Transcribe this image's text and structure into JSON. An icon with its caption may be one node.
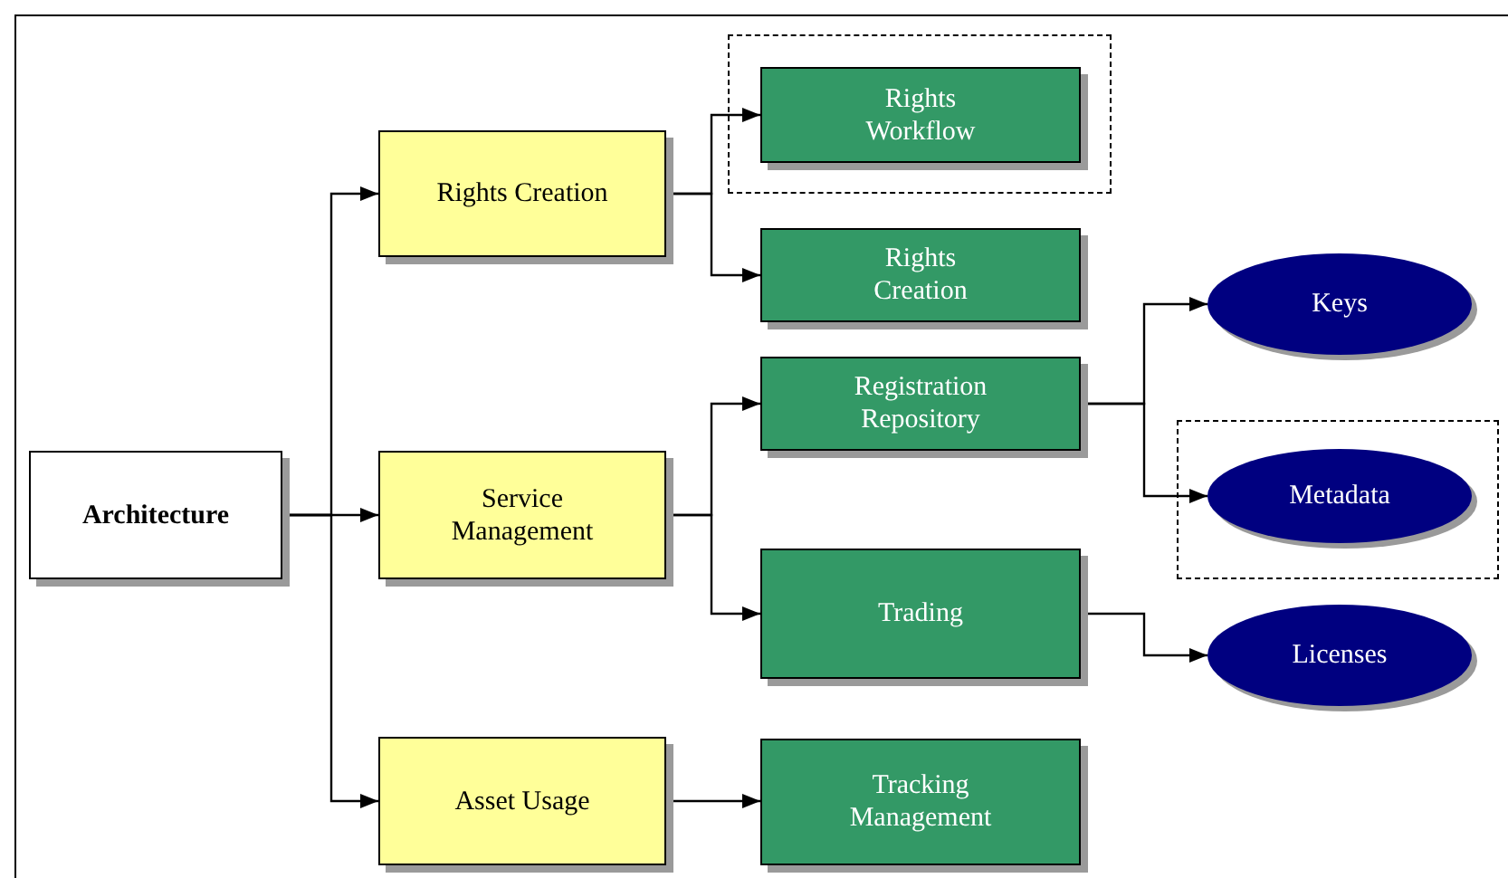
{
  "diagram": {
    "nodes": [
      {
        "text": [
          "Architecture"
        ]
      },
      {
        "text": [
          "Rights Creation"
        ]
      },
      {
        "text": [
          "Service Management"
        ]
      },
      {
        "text": [
          "Asset Usage"
        ]
      },
      {
        "text": [],
        "shape": "box"
      },
      {
        "text": [
          "Rights Workflow"
        ],
        "in": 4
      },
      {
        "text": [
          "Rights Creation"
        ]
      },
      {
        "text": [
          "Registration Repository"
        ]
      },
      {
        "text": [
          "Trading"
        ]
      },
      {
        "text": [
          "Tracking Management"
        ]
      },
      {
        "text": [
          "Keys"
        ]
      },
      {
        "text": [],
        "shape": "box"
      },
      {
        "text": [
          "Metadata"
        ],
        "in": 11
      },
      {
        "text": [
          "Licenses"
        ]
      }
    ],
    "edges": [
      {
        "from": 0,
        "to": 1,
        "arrow": "to"
      },
      {
        "from": 0,
        "to": 2,
        "arrow": "to"
      },
      {
        "from": 0,
        "to": 3,
        "arrow": "to"
      },
      {
        "from": 1,
        "to": 5,
        "arrow": "to"
      },
      {
        "from": 1,
        "to": 6,
        "arrow": "to"
      },
      {
        "from": 2,
        "to": 7,
        "arrow": "to"
      },
      {
        "from": 2,
        "to": 8,
        "arrow": "to"
      },
      {
        "from": 3,
        "to": 9,
        "arrow": "to"
      },
      {
        "from": 7,
        "to": 10,
        "arrow": "to"
      },
      {
        "from": 7,
        "to": 12,
        "arrow": "to"
      },
      {
        "from": 8,
        "to": 13,
        "arrow": "to"
      }
    ]
  }
}
